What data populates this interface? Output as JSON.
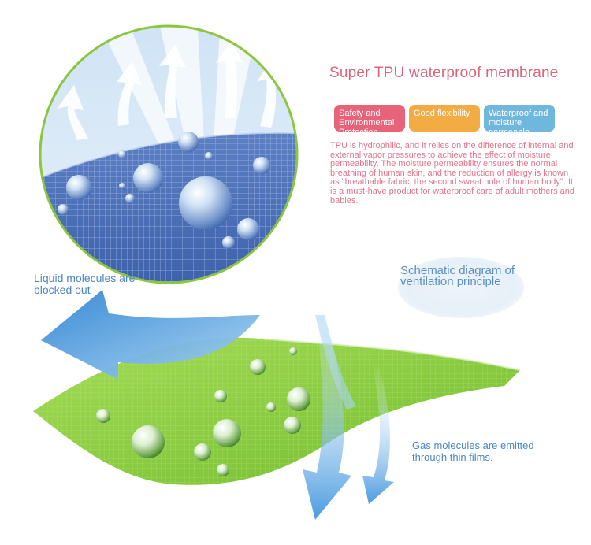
{
  "title": "Super TPU waterproof membrane",
  "badges": [
    {
      "label": "Safety and Environmental Protection",
      "color": "#e8627a"
    },
    {
      "label": "Good flexibility",
      "color": "#f3ab44"
    },
    {
      "label": "Waterproof and moisture permeable",
      "color": "#6fb7dc"
    }
  ],
  "description": "TPU is hydrophilic, and it relies on the difference of internal and external vapor pressures to achieve the effect of moisture permeability. The moisture permeability ensures the normal breathing of human skin, and the reduction of allergy is known as \"breathable fabric, the second sweat hole of human body\". It is a must-have product for waterproof care of adult mothers and babies.",
  "labels": {
    "liquid": "Liquid molecules are blocked out",
    "schematic": "Schematic diagram of ventilation principle",
    "gas": "Gas molecules are emitted through thin films."
  },
  "colors": {
    "title": "#d9667c",
    "membrane_green": "#8ed14a",
    "arrow_blue": "#3d8fd6",
    "circle_border": "#8cc63f"
  },
  "icons": [
    "membrane-illustration",
    "water-droplet-icon",
    "up-arrow-icon",
    "blocked-arrow-icon",
    "down-arrow-icon"
  ]
}
